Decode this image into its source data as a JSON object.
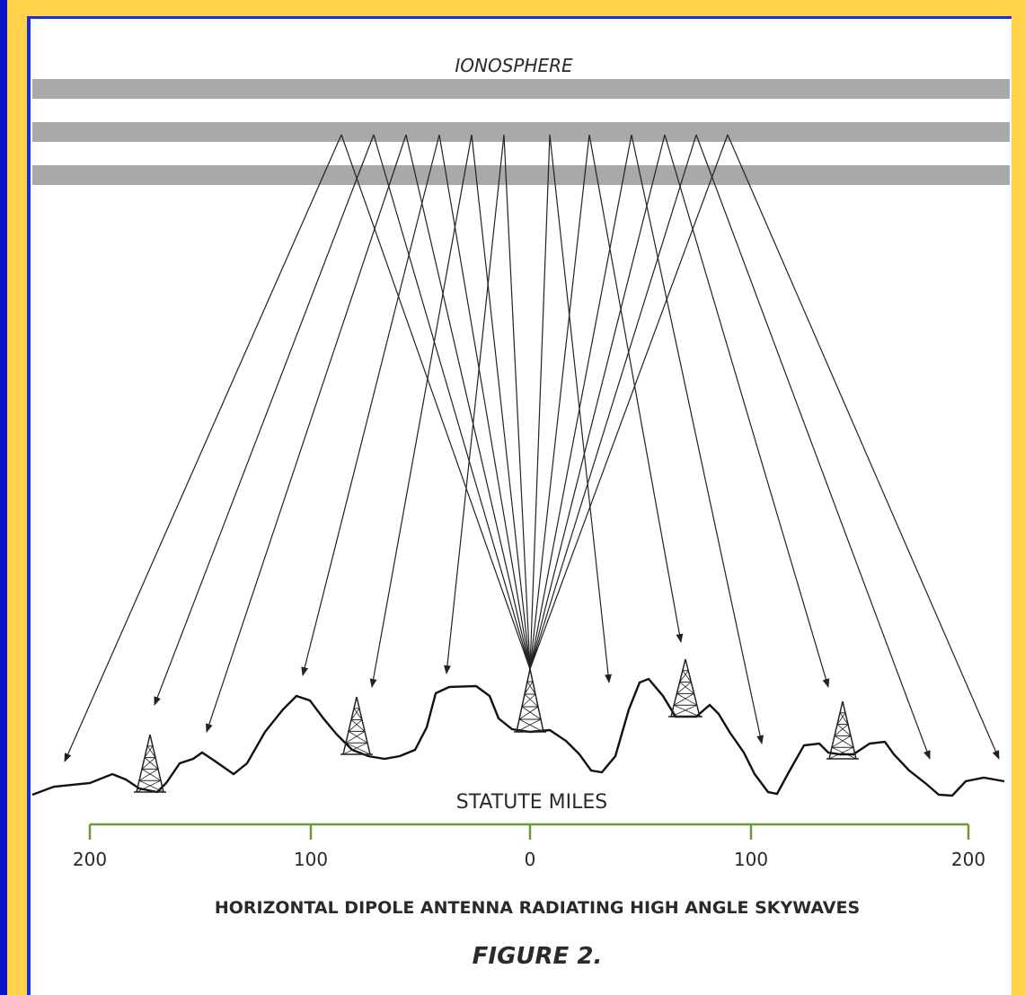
{
  "diagram": {
    "ionosphere_label": "IONOSPHERE",
    "axis_label": "STATUTE MILES",
    "ticks": [
      "200",
      "100",
      "0",
      "100",
      "200"
    ],
    "caption": "HORIZONTAL DIPOLE ANTENNA RADIATING HIGH ANGLE SKYWAVES",
    "figure_label": "FIGURE 2."
  },
  "colors": {
    "background": "#0a14c8",
    "frame": "#ffd24a",
    "ionosphere_bands": "#a9a9a9",
    "axis_line": "#6a9a3a",
    "ray_lines": "#222222"
  }
}
